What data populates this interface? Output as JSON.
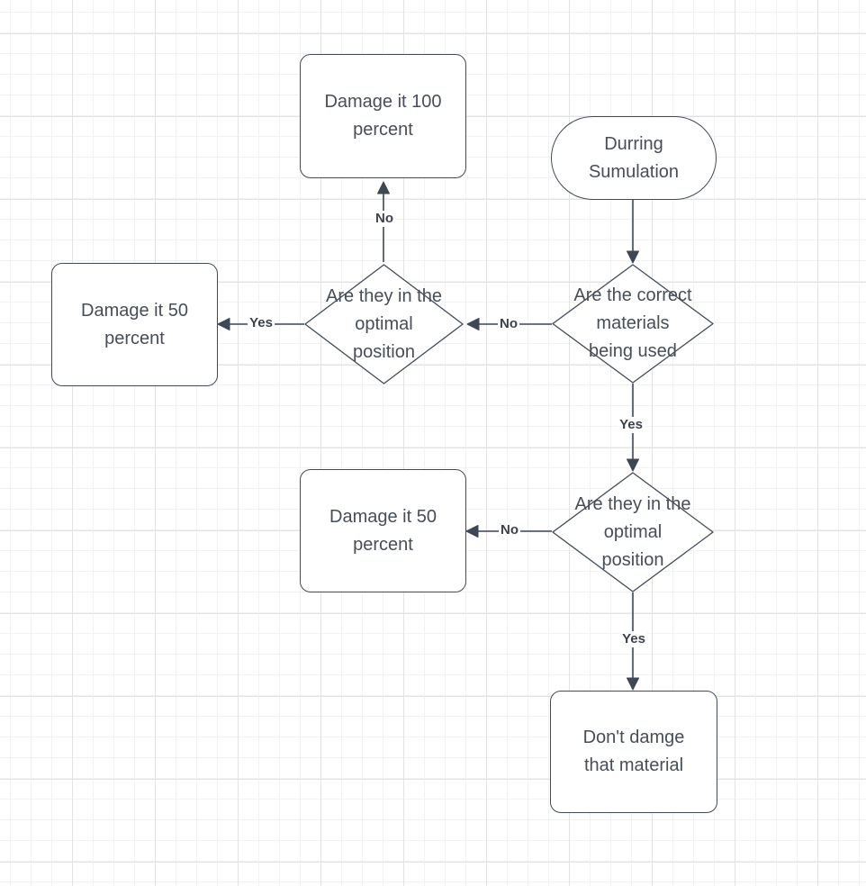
{
  "diagram": {
    "type": "flowchart",
    "colors": {
      "background": "#ffffff",
      "grid_minor": "#f2f2f2",
      "grid_major": "#e3e3e3",
      "shape_fill": "#ffffff",
      "shape_stroke": "#414b59",
      "edge_stroke": "#3e4754",
      "node_text": "#474e57",
      "edge_label_text": "#3b424c"
    },
    "nodes": {
      "damage100": {
        "type": "process",
        "label": "Damage it 100\npercent"
      },
      "during": {
        "type": "terminator",
        "label": "Durring\nSumulation"
      },
      "materials": {
        "type": "decision",
        "label": "Are the correct\nmaterials\nbeing used"
      },
      "optimalTop": {
        "type": "decision",
        "label": "Are they in the\noptimal\nposition"
      },
      "damage50Left": {
        "type": "process",
        "label": "Damage it 50\npercent"
      },
      "optimalBottom": {
        "type": "decision",
        "label": "Are they in the\noptimal\nposition"
      },
      "damage50Mid": {
        "type": "process",
        "label": "Damage it 50\npercent"
      },
      "dontDamage": {
        "type": "process",
        "label": "Don't damge\nthat material"
      }
    },
    "edges": {
      "simToMaterials": {
        "from": "during",
        "to": "materials",
        "label": ""
      },
      "materialsNo": {
        "from": "materials",
        "to": "optimalTop",
        "label": "No"
      },
      "optimalTopNo": {
        "from": "optimalTop",
        "to": "damage100",
        "label": "No"
      },
      "optimalTopYes": {
        "from": "optimalTop",
        "to": "damage50Left",
        "label": "Yes"
      },
      "materialsYes": {
        "from": "materials",
        "to": "optimalBottom",
        "label": "Yes"
      },
      "optimalBottomNo": {
        "from": "optimalBottom",
        "to": "damage50Mid",
        "label": "No"
      },
      "optimalBottomYes": {
        "from": "optimalBottom",
        "to": "dontDamage",
        "label": "Yes"
      }
    }
  }
}
